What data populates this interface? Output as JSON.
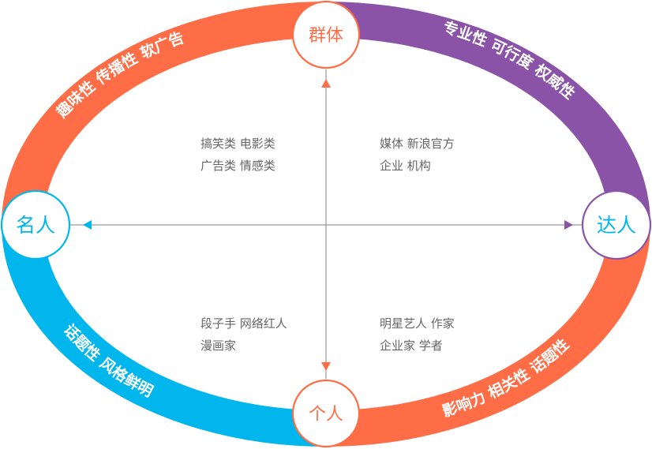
{
  "colors": {
    "orange": "#FF6D46",
    "purple": "#8A53A8",
    "blue": "#00B6EC",
    "axis": "#9A9A9A",
    "quadrant_text": "#666666",
    "background": "#FFFFFF"
  },
  "nodes": {
    "top": {
      "label": "群体",
      "color": "#FF6D46",
      "text_color": "#FF6D46"
    },
    "left": {
      "label": "名人",
      "color": "#00B6EC",
      "text_color": "#00B6EC"
    },
    "right": {
      "label": "达人",
      "color": "#8A53A8",
      "text_color": "#00B6EC"
    },
    "bottom": {
      "label": "个人",
      "color": "#FF6D46",
      "text_color": "#FF6D46"
    }
  },
  "arcs": {
    "top_left": {
      "label": "趣味性  传播性  软广告",
      "color": "#FF6D46"
    },
    "top_right": {
      "label": "专业性  可行度  权威性",
      "color": "#8A53A8"
    },
    "bottom_left": {
      "label": "话题性   风格鲜明",
      "color": "#00B6EC"
    },
    "bottom_right": {
      "label": "影响力  相关性   话题性",
      "color": "#FF6D46"
    }
  },
  "quadrants": {
    "top_left": {
      "lines": [
        "搞笑类 电影类",
        "广告类 情感类"
      ]
    },
    "top_right": {
      "lines": [
        "媒体 新浪官方",
        "企业 机构"
      ]
    },
    "bottom_left": {
      "lines": [
        "段子手 网络红人",
        "漫画家"
      ]
    },
    "bottom_right": {
      "lines": [
        "明星艺人 作家",
        "企业家 学者"
      ]
    }
  }
}
